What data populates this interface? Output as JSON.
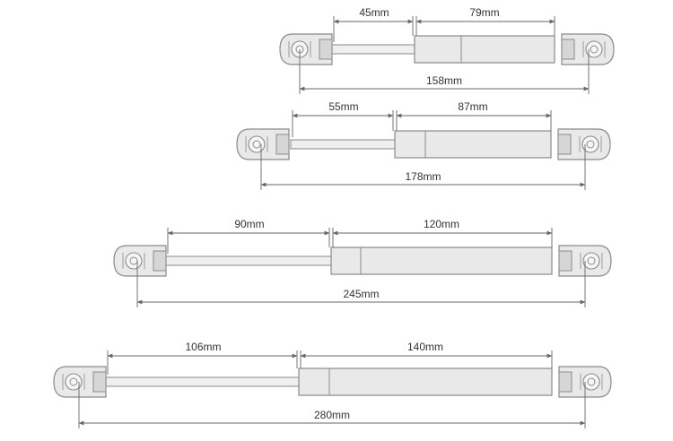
{
  "colors": {
    "outline": "#8a8a8a",
    "body": "#e9e9e9",
    "body_dark": "#d6d6d6",
    "rod": "#efefef",
    "dimension": "#666666",
    "text": "#333333"
  },
  "struts": [
    {
      "name": "strut-158",
      "stroke_label": "45mm",
      "body_label": "79mm",
      "total_label": "158mm"
    },
    {
      "name": "strut-178",
      "stroke_label": "55mm",
      "body_label": "87mm",
      "total_label": "178mm"
    },
    {
      "name": "strut-245",
      "stroke_label": "90mm",
      "body_label": "120mm",
      "total_label": "245mm"
    },
    {
      "name": "strut-280",
      "stroke_label": "106mm",
      "body_label": "140mm",
      "total_label": "280mm"
    }
  ]
}
